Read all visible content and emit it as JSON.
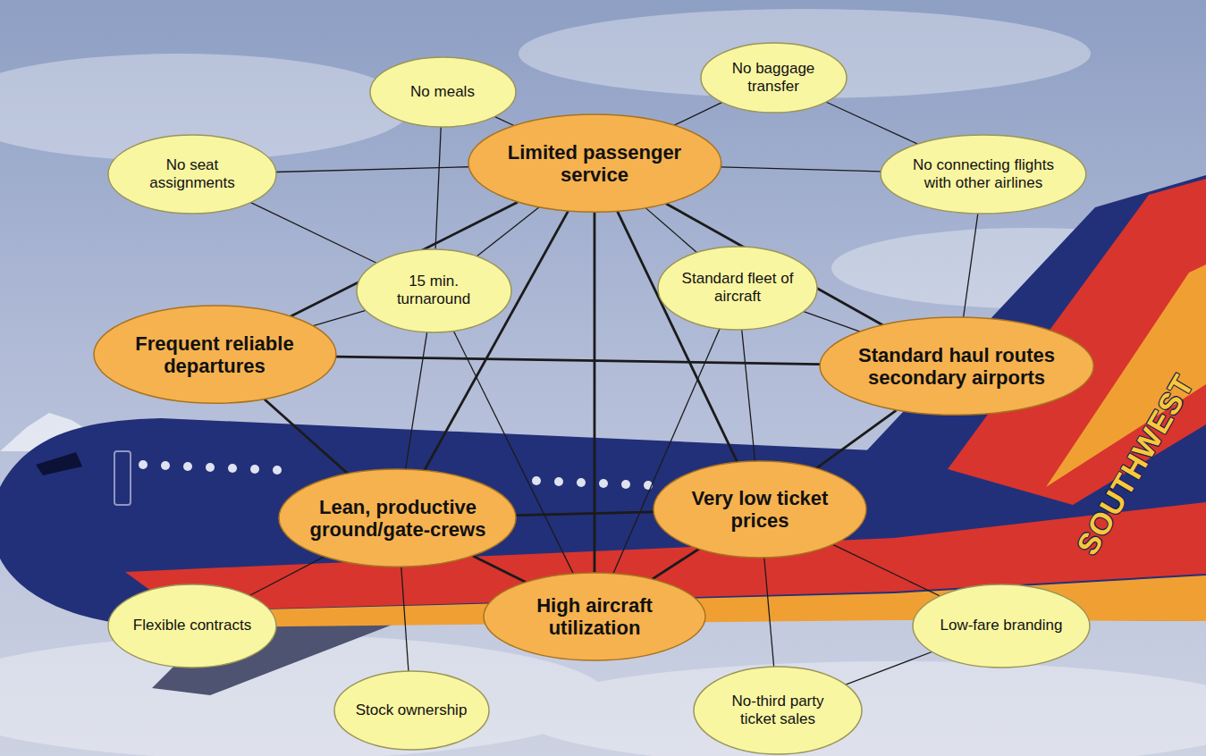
{
  "diagram": {
    "nodes": [
      {
        "text": [
          "No meals"
        ]
      },
      {
        "text": [
          "No baggage transfer"
        ]
      },
      {
        "text": [
          "No seat assignments"
        ]
      },
      {
        "text": [
          "Limited passenger service"
        ]
      },
      {
        "text": [
          "No connecting flights with other airlines"
        ]
      },
      {
        "text": [
          "15 min. turnaround"
        ]
      },
      {
        "text": [
          "Standard fleet of aircraft"
        ]
      },
      {
        "text": [
          "Frequent reliable departures"
        ]
      },
      {
        "text": [
          "Standard haul routes secondary airports"
        ]
      },
      {
        "text": [
          "Lean, productive ground/gate-crews"
        ]
      },
      {
        "text": [
          "Very low ticket prices"
        ]
      },
      {
        "text": [
          "High aircraft utilization"
        ]
      },
      {
        "text": [
          "Flexible contracts"
        ]
      },
      {
        "text": [
          "Low-fare branding"
        ]
      },
      {
        "text": [
          "Stock ownership"
        ]
      },
      {
        "text": [
          "No-third party ticket sales"
        ]
      }
    ],
    "edges": [
      {
        "from": 0,
        "to": 3,
        "arrow": "none"
      },
      {
        "from": 0,
        "to": 5,
        "arrow": "none"
      },
      {
        "from": 1,
        "to": 3,
        "arrow": "none"
      },
      {
        "from": 1,
        "to": 4,
        "arrow": "none"
      },
      {
        "from": 2,
        "to": 3,
        "arrow": "none"
      },
      {
        "from": 2,
        "to": 5,
        "arrow": "none"
      },
      {
        "from": 3,
        "to": 4,
        "arrow": "none"
      },
      {
        "from": 3,
        "to": 5,
        "arrow": "none"
      },
      {
        "from": 3,
        "to": 6,
        "arrow": "none"
      },
      {
        "from": 3,
        "to": 7,
        "arrow": "none"
      },
      {
        "from": 3,
        "to": 9,
        "arrow": "none"
      },
      {
        "from": 3,
        "to": 11,
        "arrow": "none"
      },
      {
        "from": 3,
        "to": 10,
        "arrow": "none"
      },
      {
        "from": 3,
        "to": 8,
        "arrow": "none"
      },
      {
        "from": 5,
        "to": 7,
        "arrow": "none"
      },
      {
        "from": 5,
        "to": 9,
        "arrow": "none"
      },
      {
        "from": 5,
        "to": 11,
        "arrow": "none"
      },
      {
        "from": 6,
        "to": 11,
        "arrow": "none"
      },
      {
        "from": 6,
        "to": 10,
        "arrow": "none"
      },
      {
        "from": 6,
        "to": 8,
        "arrow": "none"
      },
      {
        "from": 7,
        "to": 8,
        "arrow": "none"
      },
      {
        "from": 7,
        "to": 9,
        "arrow": "none"
      },
      {
        "from": 8,
        "to": 10,
        "arrow": "none"
      },
      {
        "from": 4,
        "to": 8,
        "arrow": "none"
      },
      {
        "from": 9,
        "to": 10,
        "arrow": "none"
      },
      {
        "from": 9,
        "to": 11,
        "arrow": "none"
      },
      {
        "from": 9,
        "to": 12,
        "arrow": "none"
      },
      {
        "from": 9,
        "to": 14,
        "arrow": "none"
      },
      {
        "from": 10,
        "to": 11,
        "arrow": "none"
      },
      {
        "from": 10,
        "to": 13,
        "arrow": "none"
      },
      {
        "from": 10,
        "to": 15,
        "arrow": "none"
      },
      {
        "from": 13,
        "to": 15,
        "arrow": "none"
      }
    ],
    "labels": [
      "SOUTHWEST"
    ]
  }
}
